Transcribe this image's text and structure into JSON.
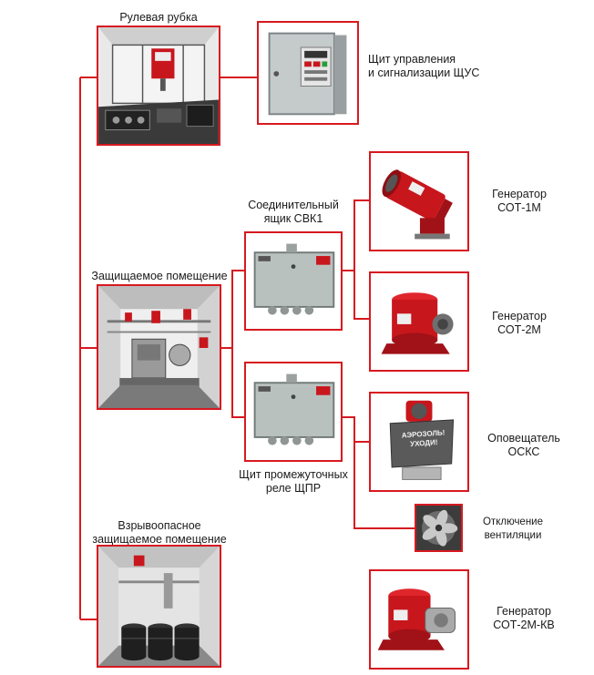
{
  "colors": {
    "accent": "#d71920",
    "device_red": "#c8161d",
    "cabinet_grey": "#b9bfc0",
    "scene_grey": "#8a8a8a"
  },
  "locations": {
    "wheelhouse": "Рулевая рубка",
    "protected_room": "Защищаемое помещение",
    "explosive_room_line1": "Взрывоопасное",
    "explosive_room_line2": "защищаемое помещение"
  },
  "devices": {
    "shchus_line1": "Щит управления",
    "shchus_line2": "и сигнализации ЩУС",
    "svk1_line1": "Соединительный",
    "svk1_line2": "ящик СВК1",
    "shchpr_line1": "Щит промежуточных",
    "shchpr_line2": "реле ЩПР",
    "sot1m_line1": "Генератор",
    "sot1m_line2": "СОТ-1М",
    "sot2m_line1": "Генератор",
    "sot2m_line2": "СОТ-2М",
    "oskc_line1": "Оповещатель",
    "oskc_line2": "ОСКС",
    "vent_line1": "Отключение",
    "vent_line2": "вентиляции",
    "sot2mkv_line1": "Генератор",
    "sot2mkv_line2": "СОТ-2М-КВ"
  },
  "product_text": {
    "oskc_sign_line1": "АЭРОЗОЛЬ!",
    "oskc_sign_line2": "УХОДИ!"
  },
  "icons": [
    "control-panel-cabinet-icon",
    "junction-box-icon",
    "aerosol-generator-icon",
    "siren-icon",
    "fan-icon",
    "wheelhouse-scene-icon",
    "engine-room-scene-icon",
    "barrel-room-scene-icon"
  ]
}
